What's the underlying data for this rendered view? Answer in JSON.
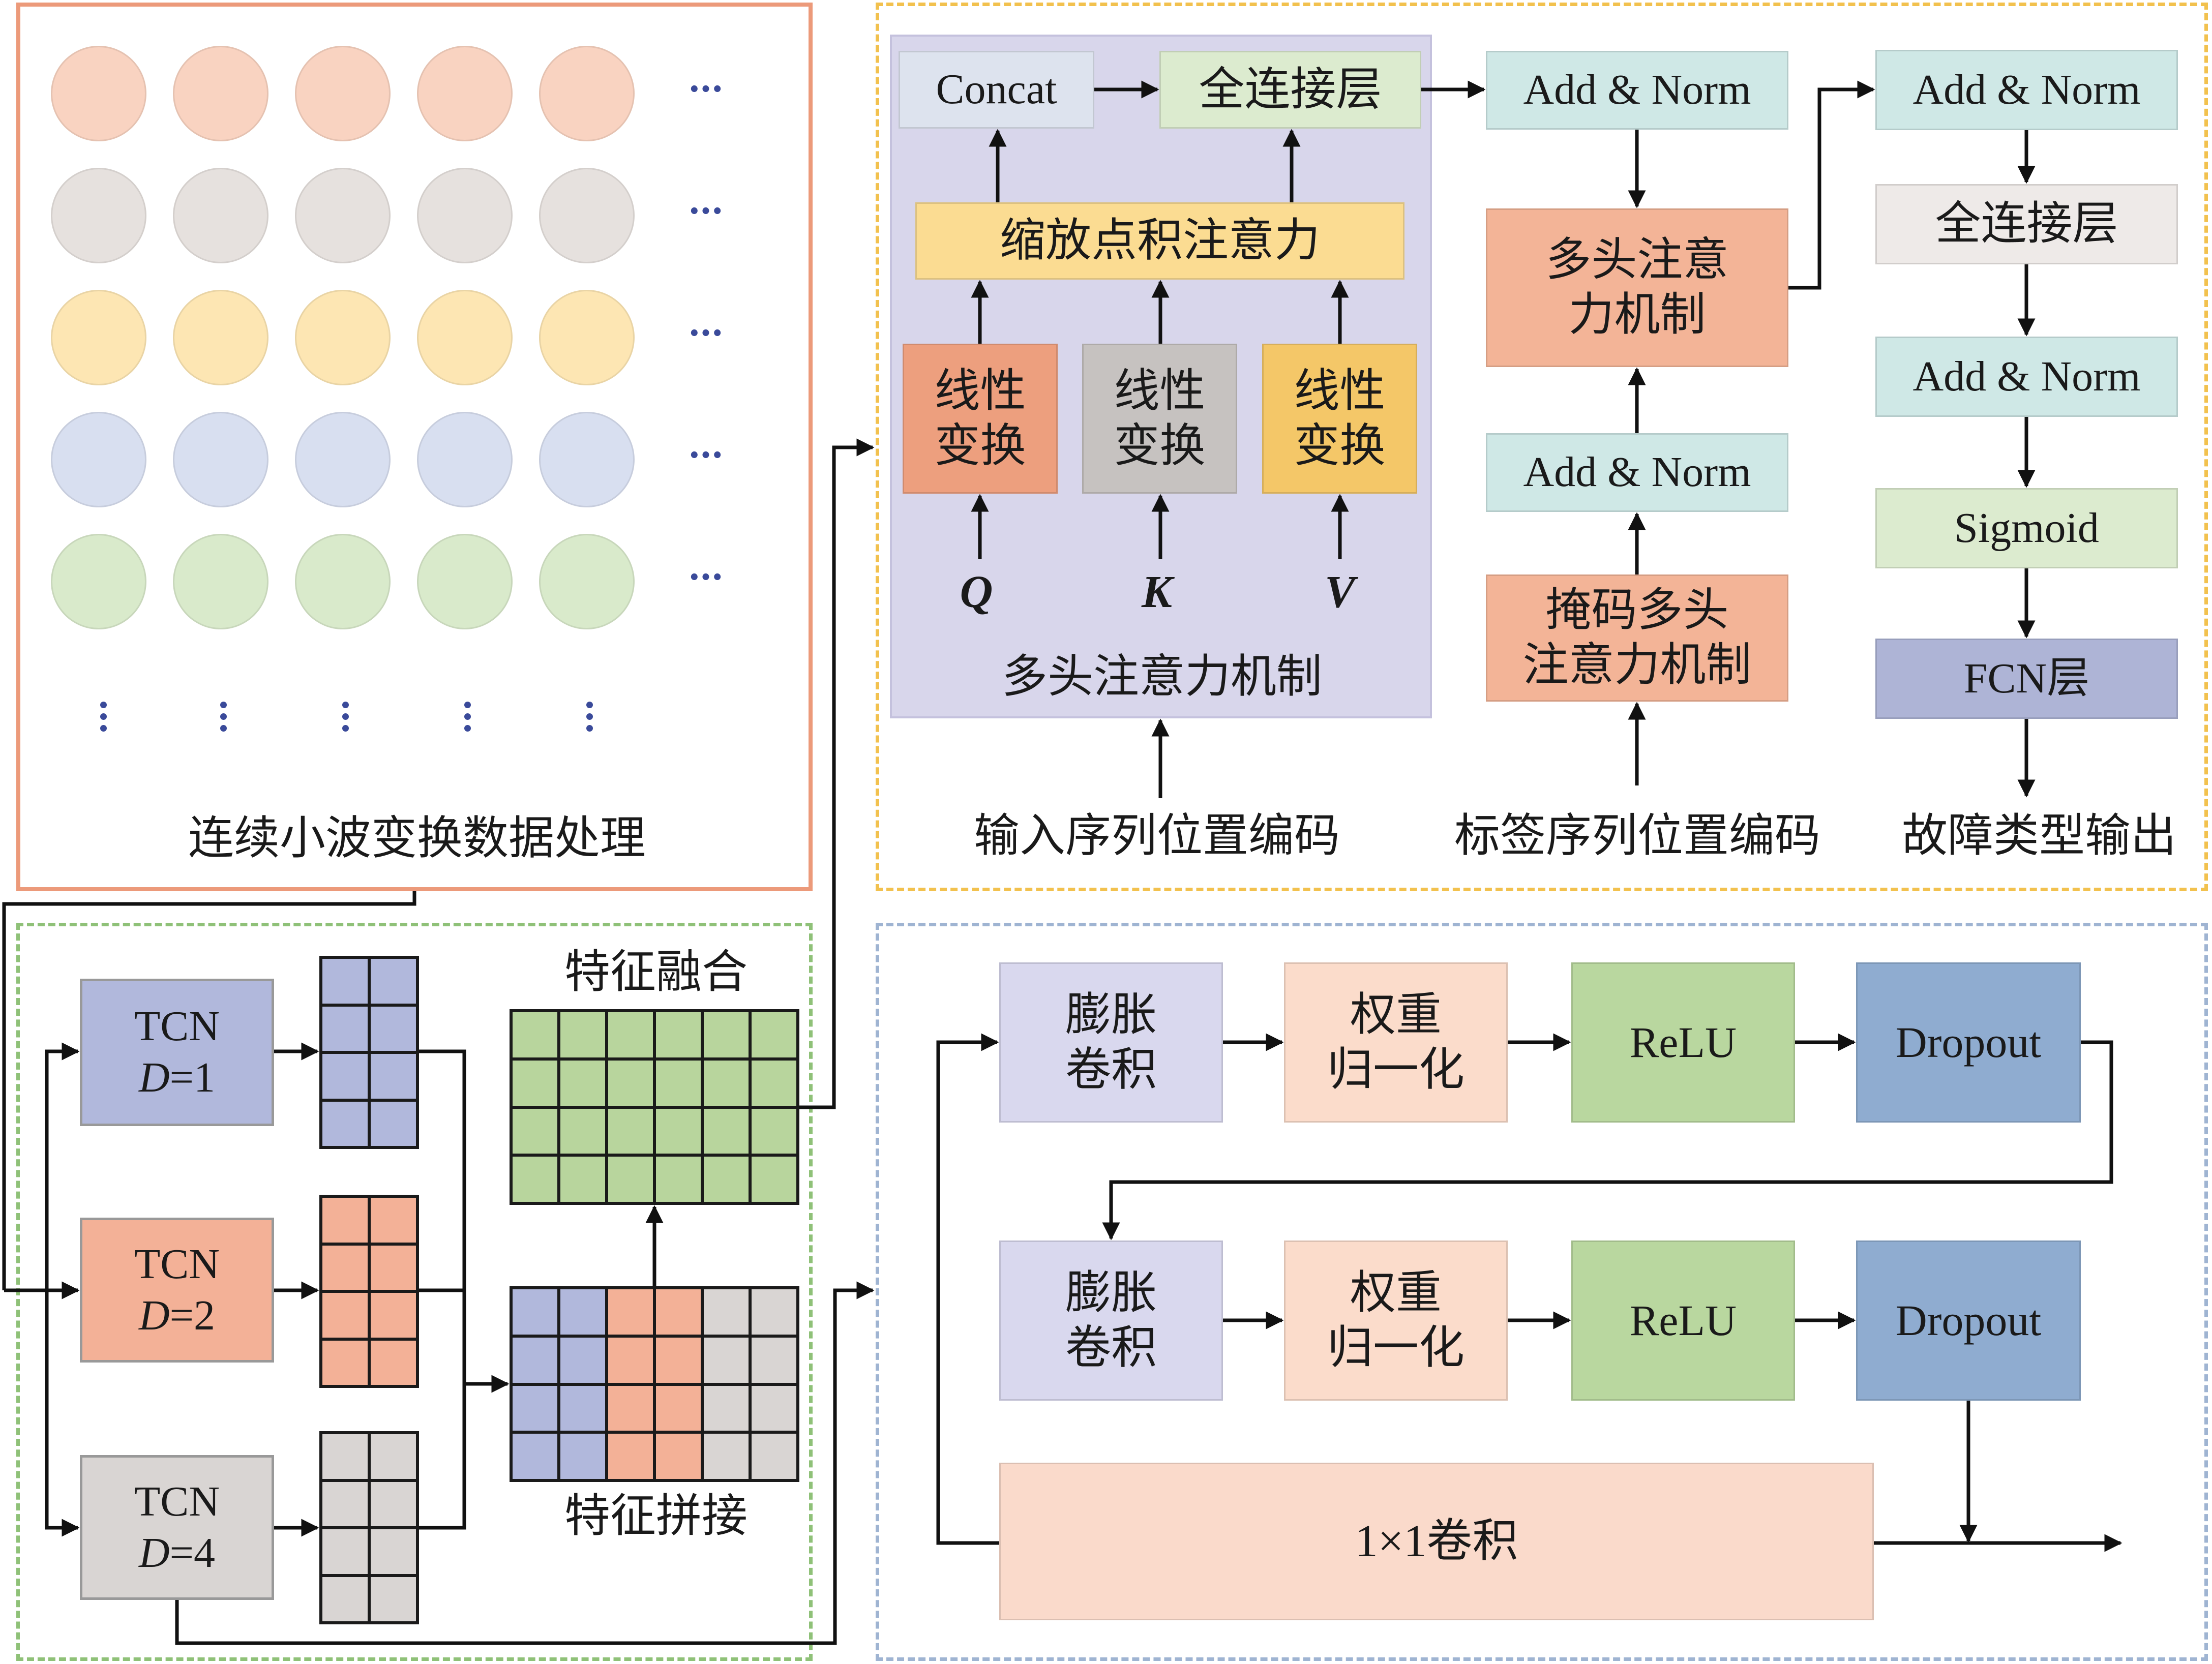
{
  "cwt": {
    "title": "连续小波变换数据处理",
    "row_colors": [
      "#f9d3c1",
      "#e6e1de",
      "#fde6b3",
      "#d8dff0",
      "#d9eacb"
    ],
    "dot_color": "#3a4a9a",
    "frame_color": "#ec9a7a"
  },
  "tcn_section": {
    "tcn_label": "TCN",
    "d_label": "D",
    "branches": [
      {
        "dilation": "=1",
        "color": "#b1b8dc"
      },
      {
        "dilation": "=2",
        "color": "#f3b197"
      },
      {
        "dilation": "=4",
        "color": "#d9d5d3"
      }
    ],
    "concat_label": "特征拼接",
    "fusion_label": "特征融合",
    "fusion_color": "#b8d59d",
    "frame_color": "#8fc178"
  },
  "attention": {
    "concat": "Concat",
    "fc": "全连接层",
    "sdpa": "缩放点积注意力",
    "linear": "线性变换",
    "linear_lines": [
      "线性",
      "变换"
    ],
    "q": "Q",
    "k": "K",
    "v": "V",
    "mha_title": "多头注意力机制",
    "panel_color": "#d8d6eb",
    "linear_colors": [
      "#ed9f7e",
      "#c6c2c0",
      "#f4c768"
    ]
  },
  "decoder": {
    "add_norm": "Add & Norm",
    "mha_lines": [
      "多头注意",
      "力机制"
    ],
    "masked_lines": [
      "掩码多头",
      "注意力机制"
    ],
    "input_pe": "输入序列位置编码",
    "label_pe": "标签序列位置编码",
    "fc": "全连接层",
    "sigmoid": "Sigmoid",
    "fcn": "FCN层",
    "output": "故障类型输出",
    "frame_color": "#f2c14e"
  },
  "tcn_block": {
    "dilated_lines": [
      "膨胀",
      "卷积"
    ],
    "weightnorm_lines": [
      "权重",
      "归一化"
    ],
    "relu": "ReLU",
    "dropout": "Dropout",
    "conv1x1": "1×1卷积",
    "frame_color": "#9fb4d2"
  },
  "colors": {
    "add_norm": "#cfe8e6",
    "orange_box": "#f3b497",
    "concat_box": "#dde3ee",
    "fc_green": "#dcebcf",
    "sdpa": "#fbdc92",
    "fc_gray": "#eeeae8",
    "sigmoid": "#dcebcf",
    "fcn": "#aeb4d6",
    "dilated": "#d9d8ee",
    "weightnorm": "#fbdccb",
    "relu": "#b9d79f",
    "dropout": "#8facd0",
    "conv1x1": "#fadacb"
  }
}
